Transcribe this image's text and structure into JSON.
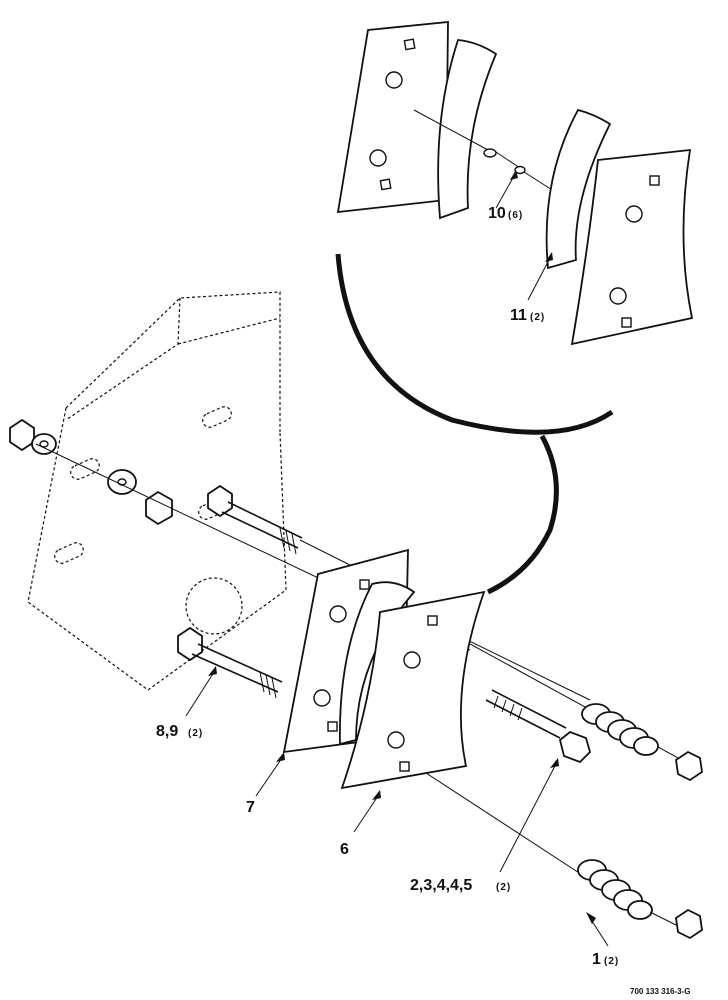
{
  "diagram": {
    "callouts": [
      {
        "id": "c10",
        "number": "10",
        "qty": "(6)"
      },
      {
        "id": "c11",
        "number": "11",
        "qty": "(2)"
      },
      {
        "id": "c89",
        "number": "8,9",
        "qty": "(2)"
      },
      {
        "id": "c7",
        "number": "7",
        "qty": ""
      },
      {
        "id": "c6",
        "number": "6",
        "qty": ""
      },
      {
        "id": "c2345",
        "number": "2,3,4,4,5",
        "qty": "(2)"
      },
      {
        "id": "c1",
        "number": "1",
        "qty": "(2)"
      }
    ],
    "reference_number": "700 133 316-3-G"
  }
}
